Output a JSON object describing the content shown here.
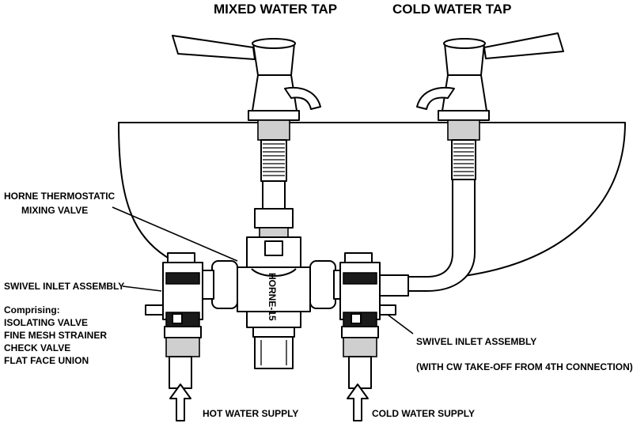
{
  "titles": {
    "mixed_tap": "MIXED WATER TAP",
    "cold_tap": "COLD WATER TAP"
  },
  "labels": {
    "valve_line1": "HORNE THERMOSTATIC",
    "valve_line2": "MIXING VALVE",
    "swivel_left": "SWIVEL INLET ASSEMBLY",
    "comprising": "Comprising:",
    "comp_1": "ISOLATING VALVE",
    "comp_2": "FINE MESH STRAINER",
    "comp_3": "CHECK VALVE",
    "comp_4": "FLAT FACE UNION",
    "swivel_right": "SWIVEL INLET ASSEMBLY",
    "take_off": "(WITH CW TAKE-OFF FROM 4TH CONNECTION)",
    "hot_supply": "HOT WATER SUPPLY",
    "cold_supply": "COLD WATER SUPPLY"
  },
  "valve_body_text": "HORNE-15",
  "colors": {
    "line": "#000000",
    "background": "#ffffff"
  }
}
